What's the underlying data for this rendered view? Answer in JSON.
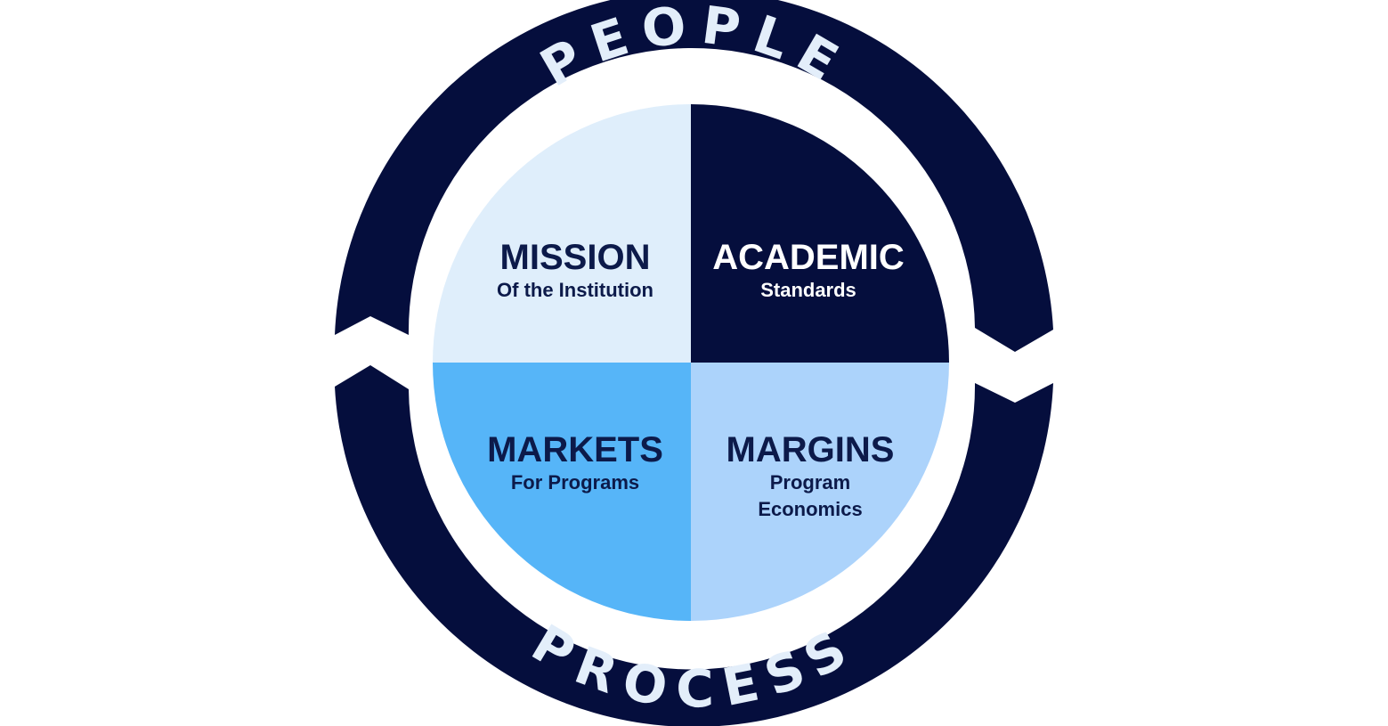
{
  "ring": {
    "top_label": "PEOPLE",
    "bottom_label": "PROCESS"
  },
  "quadrants": {
    "mission": {
      "title": "MISSION",
      "subtitle": "Of the Institution"
    },
    "academic": {
      "title": "ACADEMIC",
      "subtitle": "Standards"
    },
    "markets": {
      "title": "MARKETS",
      "subtitle": "For Programs"
    },
    "margins": {
      "title": "MARGINS",
      "subtitle_line1": "Program",
      "subtitle_line2": "Economics"
    }
  },
  "colors": {
    "navy": "#050e3d",
    "ring_text": "#e3eefa",
    "mission_fill": "#dfeefb",
    "academic_fill": "#050e3d",
    "markets_fill": "#56b5f8",
    "margins_fill": "#acd3fb",
    "dark_text": "#0c1a4a",
    "light_text": "#ffffff"
  }
}
